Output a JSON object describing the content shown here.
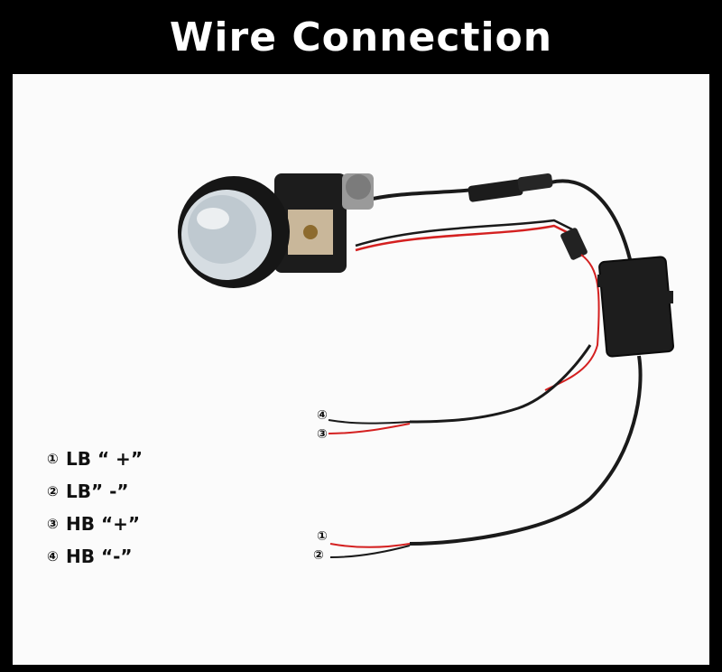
{
  "header": {
    "title": "Wire Connection"
  },
  "legend": [
    {
      "num": "①",
      "label": "LB “ +”"
    },
    {
      "num": "②",
      "label": "LB” -”"
    },
    {
      "num": "③",
      "label": "HB “+”"
    },
    {
      "num": "④",
      "label": "HB “-”"
    }
  ],
  "wire_labels": {
    "w4": "④",
    "w3": "③",
    "w1": "①",
    "w2": "②"
  },
  "colors": {
    "background": "#000000",
    "photo": "#fbfbfb",
    "wire_red": "#d42020",
    "wire_black": "#1a1a1a"
  }
}
